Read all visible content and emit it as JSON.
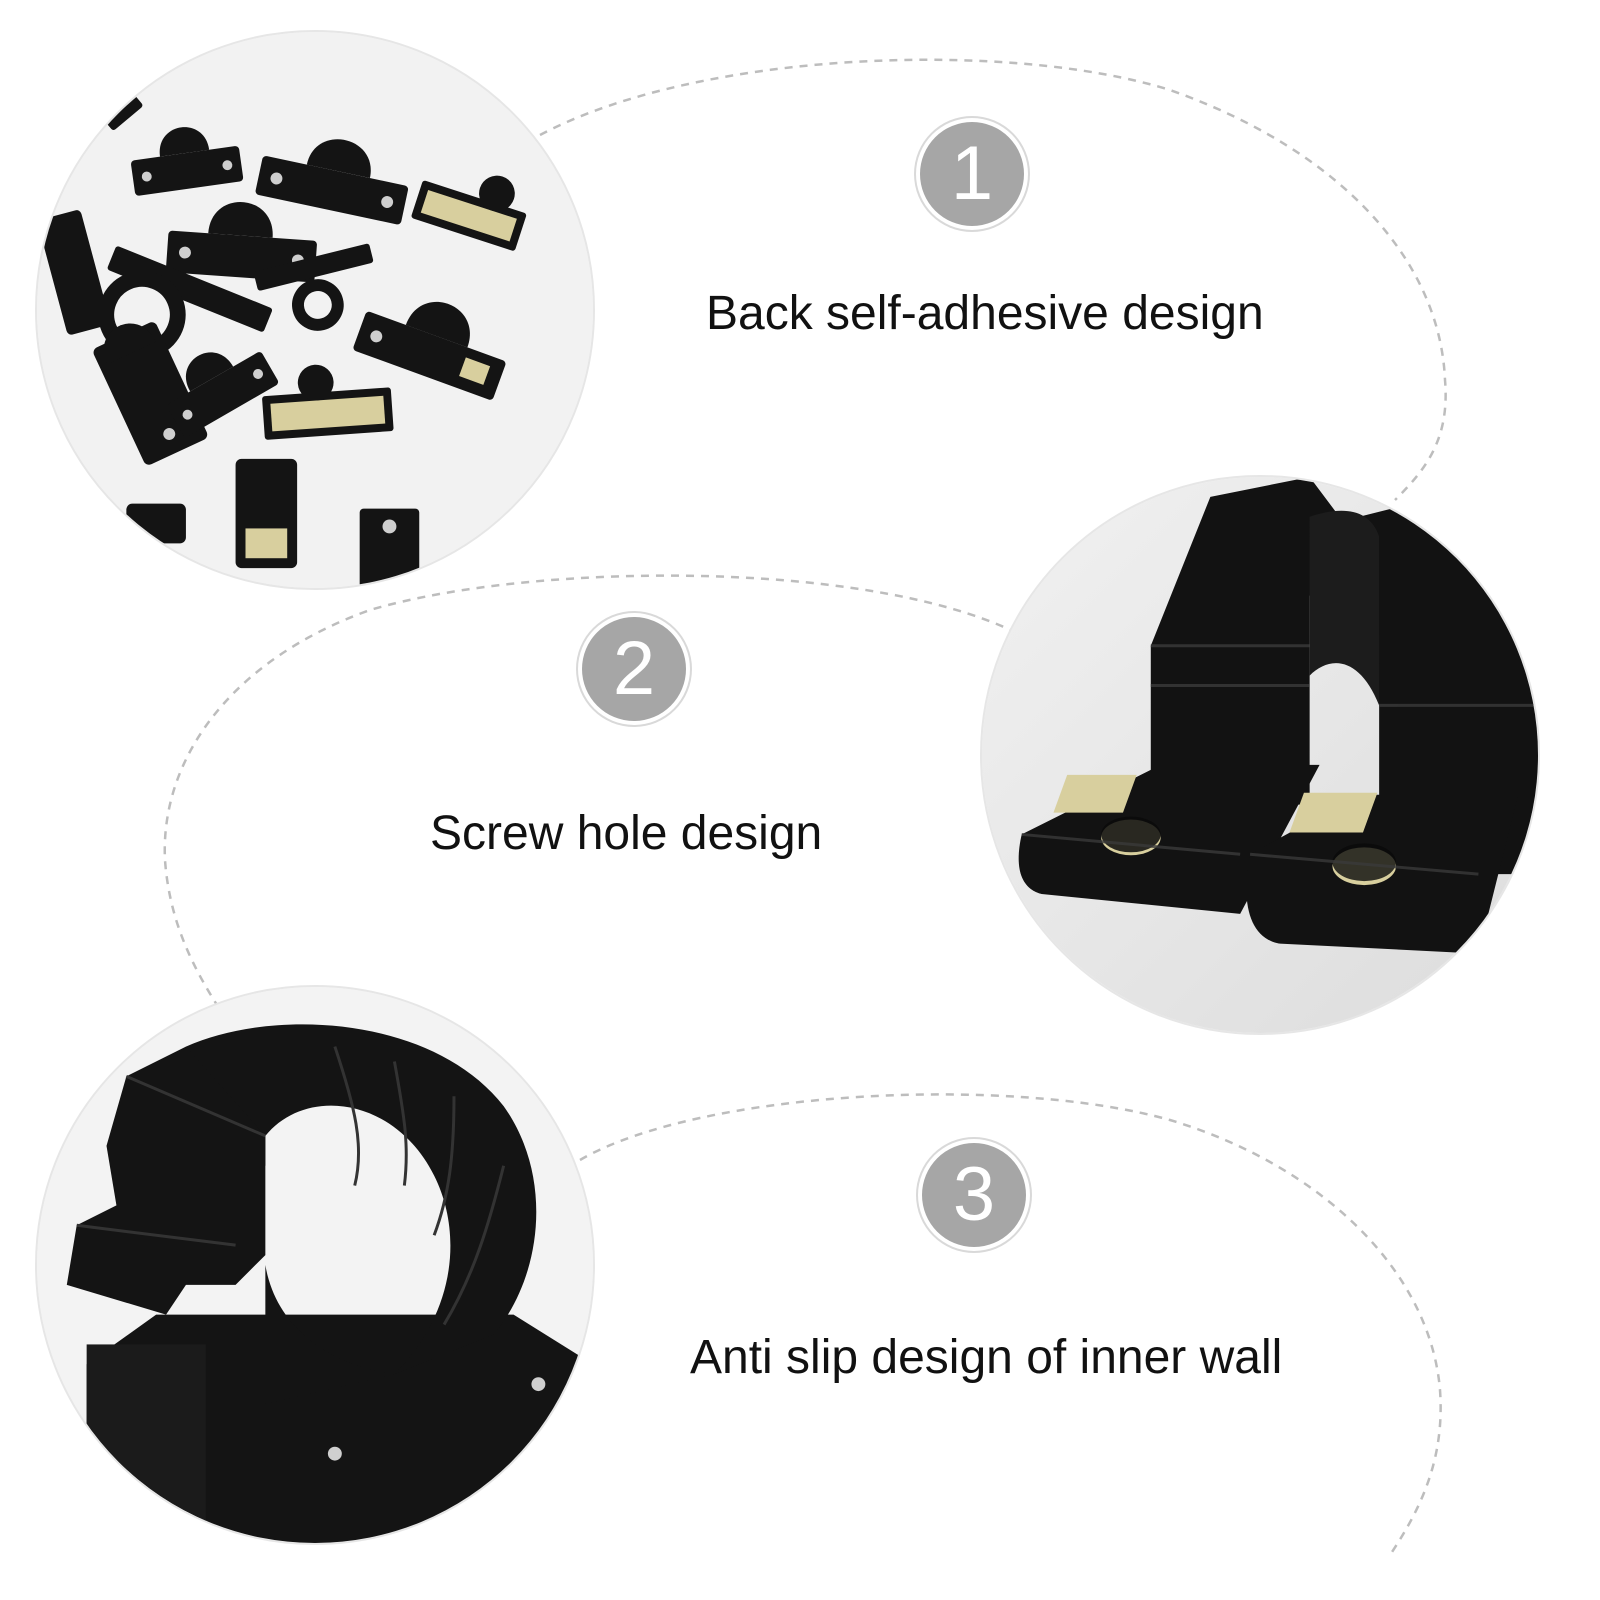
{
  "features": [
    {
      "number": "1",
      "label": "Back self-adhesive design",
      "icon": "multiple-clips-photo"
    },
    {
      "number": "2",
      "label": "Screw hole design",
      "icon": "screw-hole-clip-photo"
    },
    {
      "number": "3",
      "label": "Anti slip design of inner wall",
      "icon": "clip-ring-photo"
    }
  ],
  "colors": {
    "badge": "#a6a6a6",
    "text": "#111111",
    "dashed_line": "#bdbdbd",
    "clip_black": "#141414",
    "adhesive_tape": "#d8cf9e"
  }
}
